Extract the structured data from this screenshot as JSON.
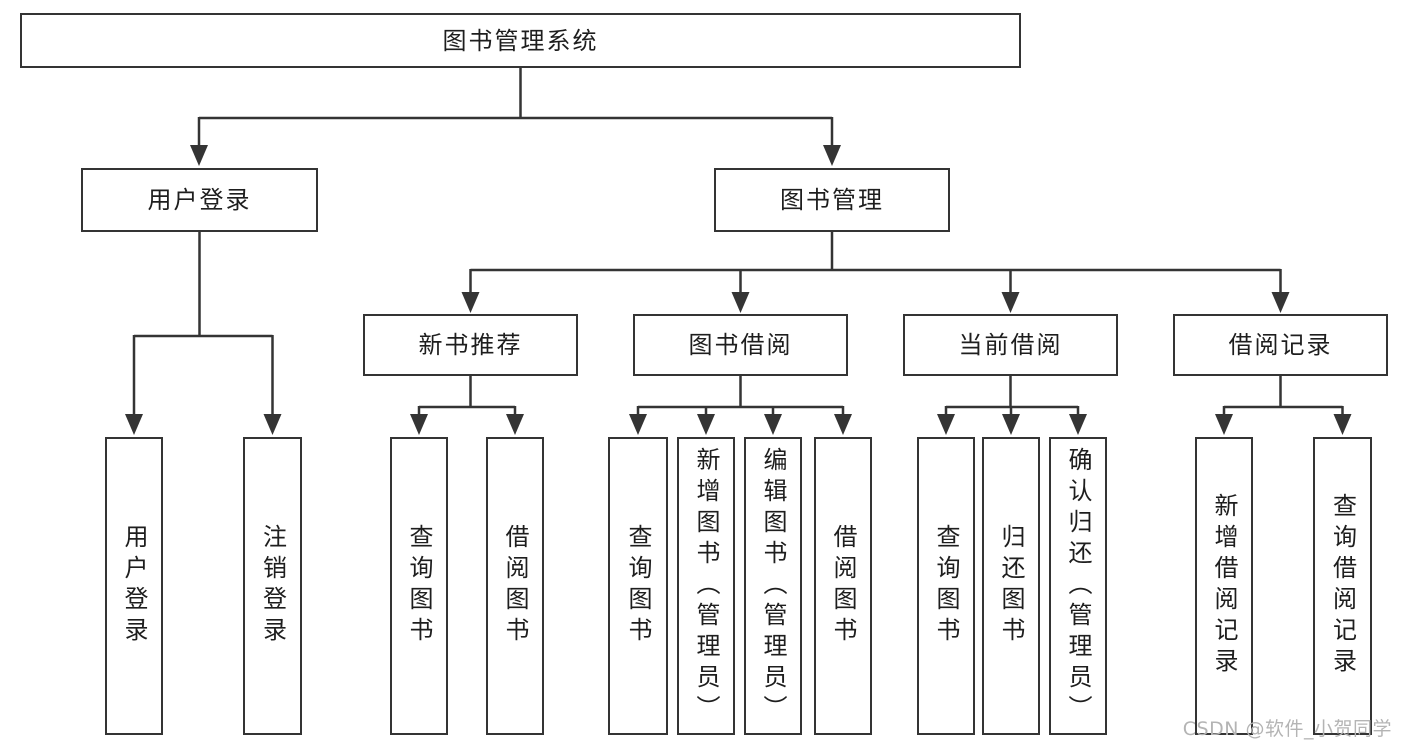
{
  "colors": {
    "line": "#343434",
    "box_border": "#343434",
    "text": "#1e1e1e",
    "background": "#ffffff",
    "watermark": "#b4b4b4"
  },
  "watermark": {
    "text": "CSDN @软件_小贺同学"
  },
  "tree": {
    "root": {
      "label": "图书管理系统"
    },
    "level2": [
      {
        "label": "用户登录"
      },
      {
        "label": "图书管理"
      }
    ],
    "level3": [
      {
        "label": "新书推荐"
      },
      {
        "label": "图书借阅"
      },
      {
        "label": "当前借阅"
      },
      {
        "label": "借阅记录"
      }
    ],
    "leaves": {
      "login": [
        {
          "label": "用户登录"
        },
        {
          "label": "注销登录"
        }
      ],
      "recommend": [
        {
          "label": "查询图书"
        },
        {
          "label": "借阅图书"
        }
      ],
      "borrow": [
        {
          "label": "查询图书"
        },
        {
          "label": "新增图书（管理员）"
        },
        {
          "label": "编辑图书（管理员）"
        },
        {
          "label": "借阅图书"
        }
      ],
      "current": [
        {
          "label": "查询图书"
        },
        {
          "label": "归还图书"
        },
        {
          "label": "确认归还（管理员）"
        }
      ],
      "records": [
        {
          "label": "新增借阅记录"
        },
        {
          "label": "查询借阅记录"
        }
      ]
    }
  }
}
